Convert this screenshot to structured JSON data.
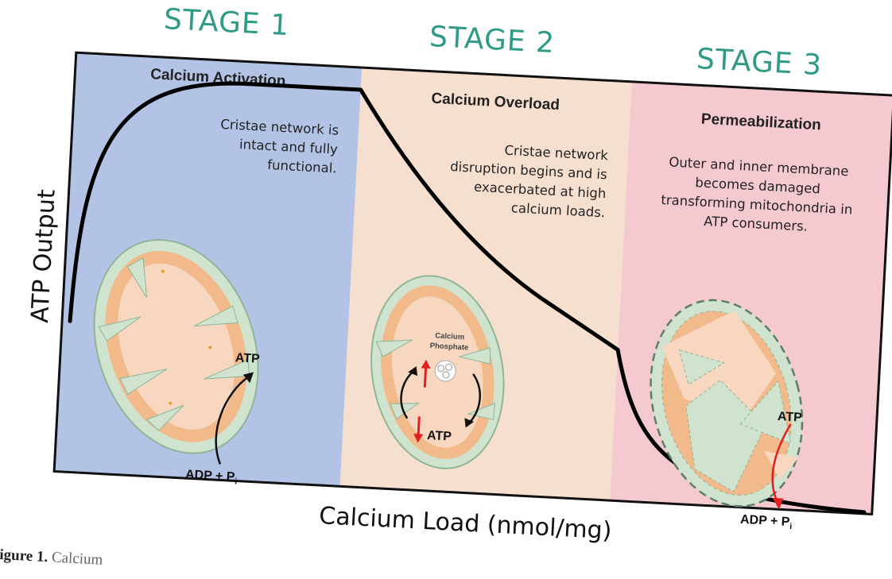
{
  "stages": [
    {
      "handwritten": "STAGE 1",
      "title": "Calcium Activation",
      "lines": [
        "Cristae network is",
        "intact and fully",
        "functional."
      ],
      "color": "#b2c3e5"
    },
    {
      "handwritten": "STAGE 2",
      "title": "Calcium Overload",
      "lines": [
        "Cristae network",
        "disruption begins and is",
        "exacerbated at high",
        "calcium loads."
      ],
      "color": "#f6dfcf"
    },
    {
      "handwritten": "STAGE 3",
      "title": "Permeabilization",
      "lines": [
        "Outer and inner membrane",
        "becomes damaged",
        "transforming mitochondria in",
        "ATP consumers."
      ],
      "color": "#f4c9cf"
    }
  ],
  "axes": {
    "y_label": "ATP Output",
    "x_label": "Calcium Load (nmol/mg)"
  },
  "mito_labels": {
    "stage1_atp": "ATP",
    "stage1_adp": "ADP + P",
    "stage1_adp_sub": "i",
    "stage2_ca_line1": "Calcium",
    "stage2_ca_line2": "Phosphate",
    "stage2_atp": "ATP",
    "stage3_atp": "ATP",
    "stage3_adp": "ADP + P",
    "stage3_adp_sub": "i"
  },
  "caption": {
    "bold": "igure 1.",
    "rest": "Calcium"
  },
  "colors": {
    "stage_label": "#2f9a86",
    "curve": "#000000",
    "mito_outer": "#cfe3cf",
    "mito_inner": "#f2b98a",
    "red_arrow": "#e02020"
  }
}
